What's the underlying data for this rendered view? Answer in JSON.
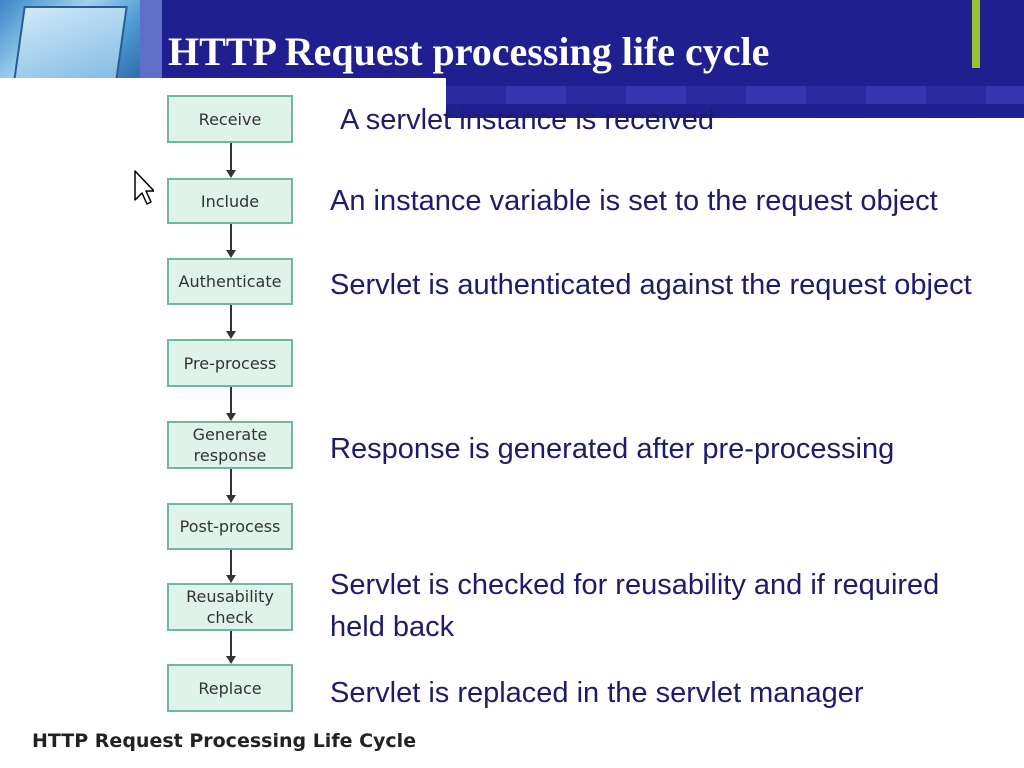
{
  "slide": {
    "title": "HTTP Request processing life cycle",
    "caption": "HTTP Request Processing Life Cycle"
  },
  "flowchart": {
    "steps": [
      {
        "label": "Receive"
      },
      {
        "label": "Include"
      },
      {
        "label": "Authenticate"
      },
      {
        "label": "Pre-process"
      },
      {
        "label": "Generate\nresponse"
      },
      {
        "label": "Post-process"
      },
      {
        "label": "Reusability\ncheck"
      },
      {
        "label": "Replace"
      }
    ]
  },
  "descriptions": [
    "A servlet instance is received",
    "An instance variable is set to the request object",
    "Servlet is authenticated against the request object",
    "Response is generated after pre-processing",
    "Servlet is checked for reusability and  if required held back",
    "Servlet is replaced in the servlet manager"
  ],
  "colors": {
    "header_background": "#1f1f8f",
    "title_text": "#ffffff",
    "accent_bar": "#9bc233",
    "box_fill": "#dff3ea",
    "box_border": "#6fb89a",
    "description_text": "#1c1c6b"
  },
  "icons": {
    "cursor": "mouse-pointer-icon",
    "arrows": "arrow-down-icon"
  }
}
